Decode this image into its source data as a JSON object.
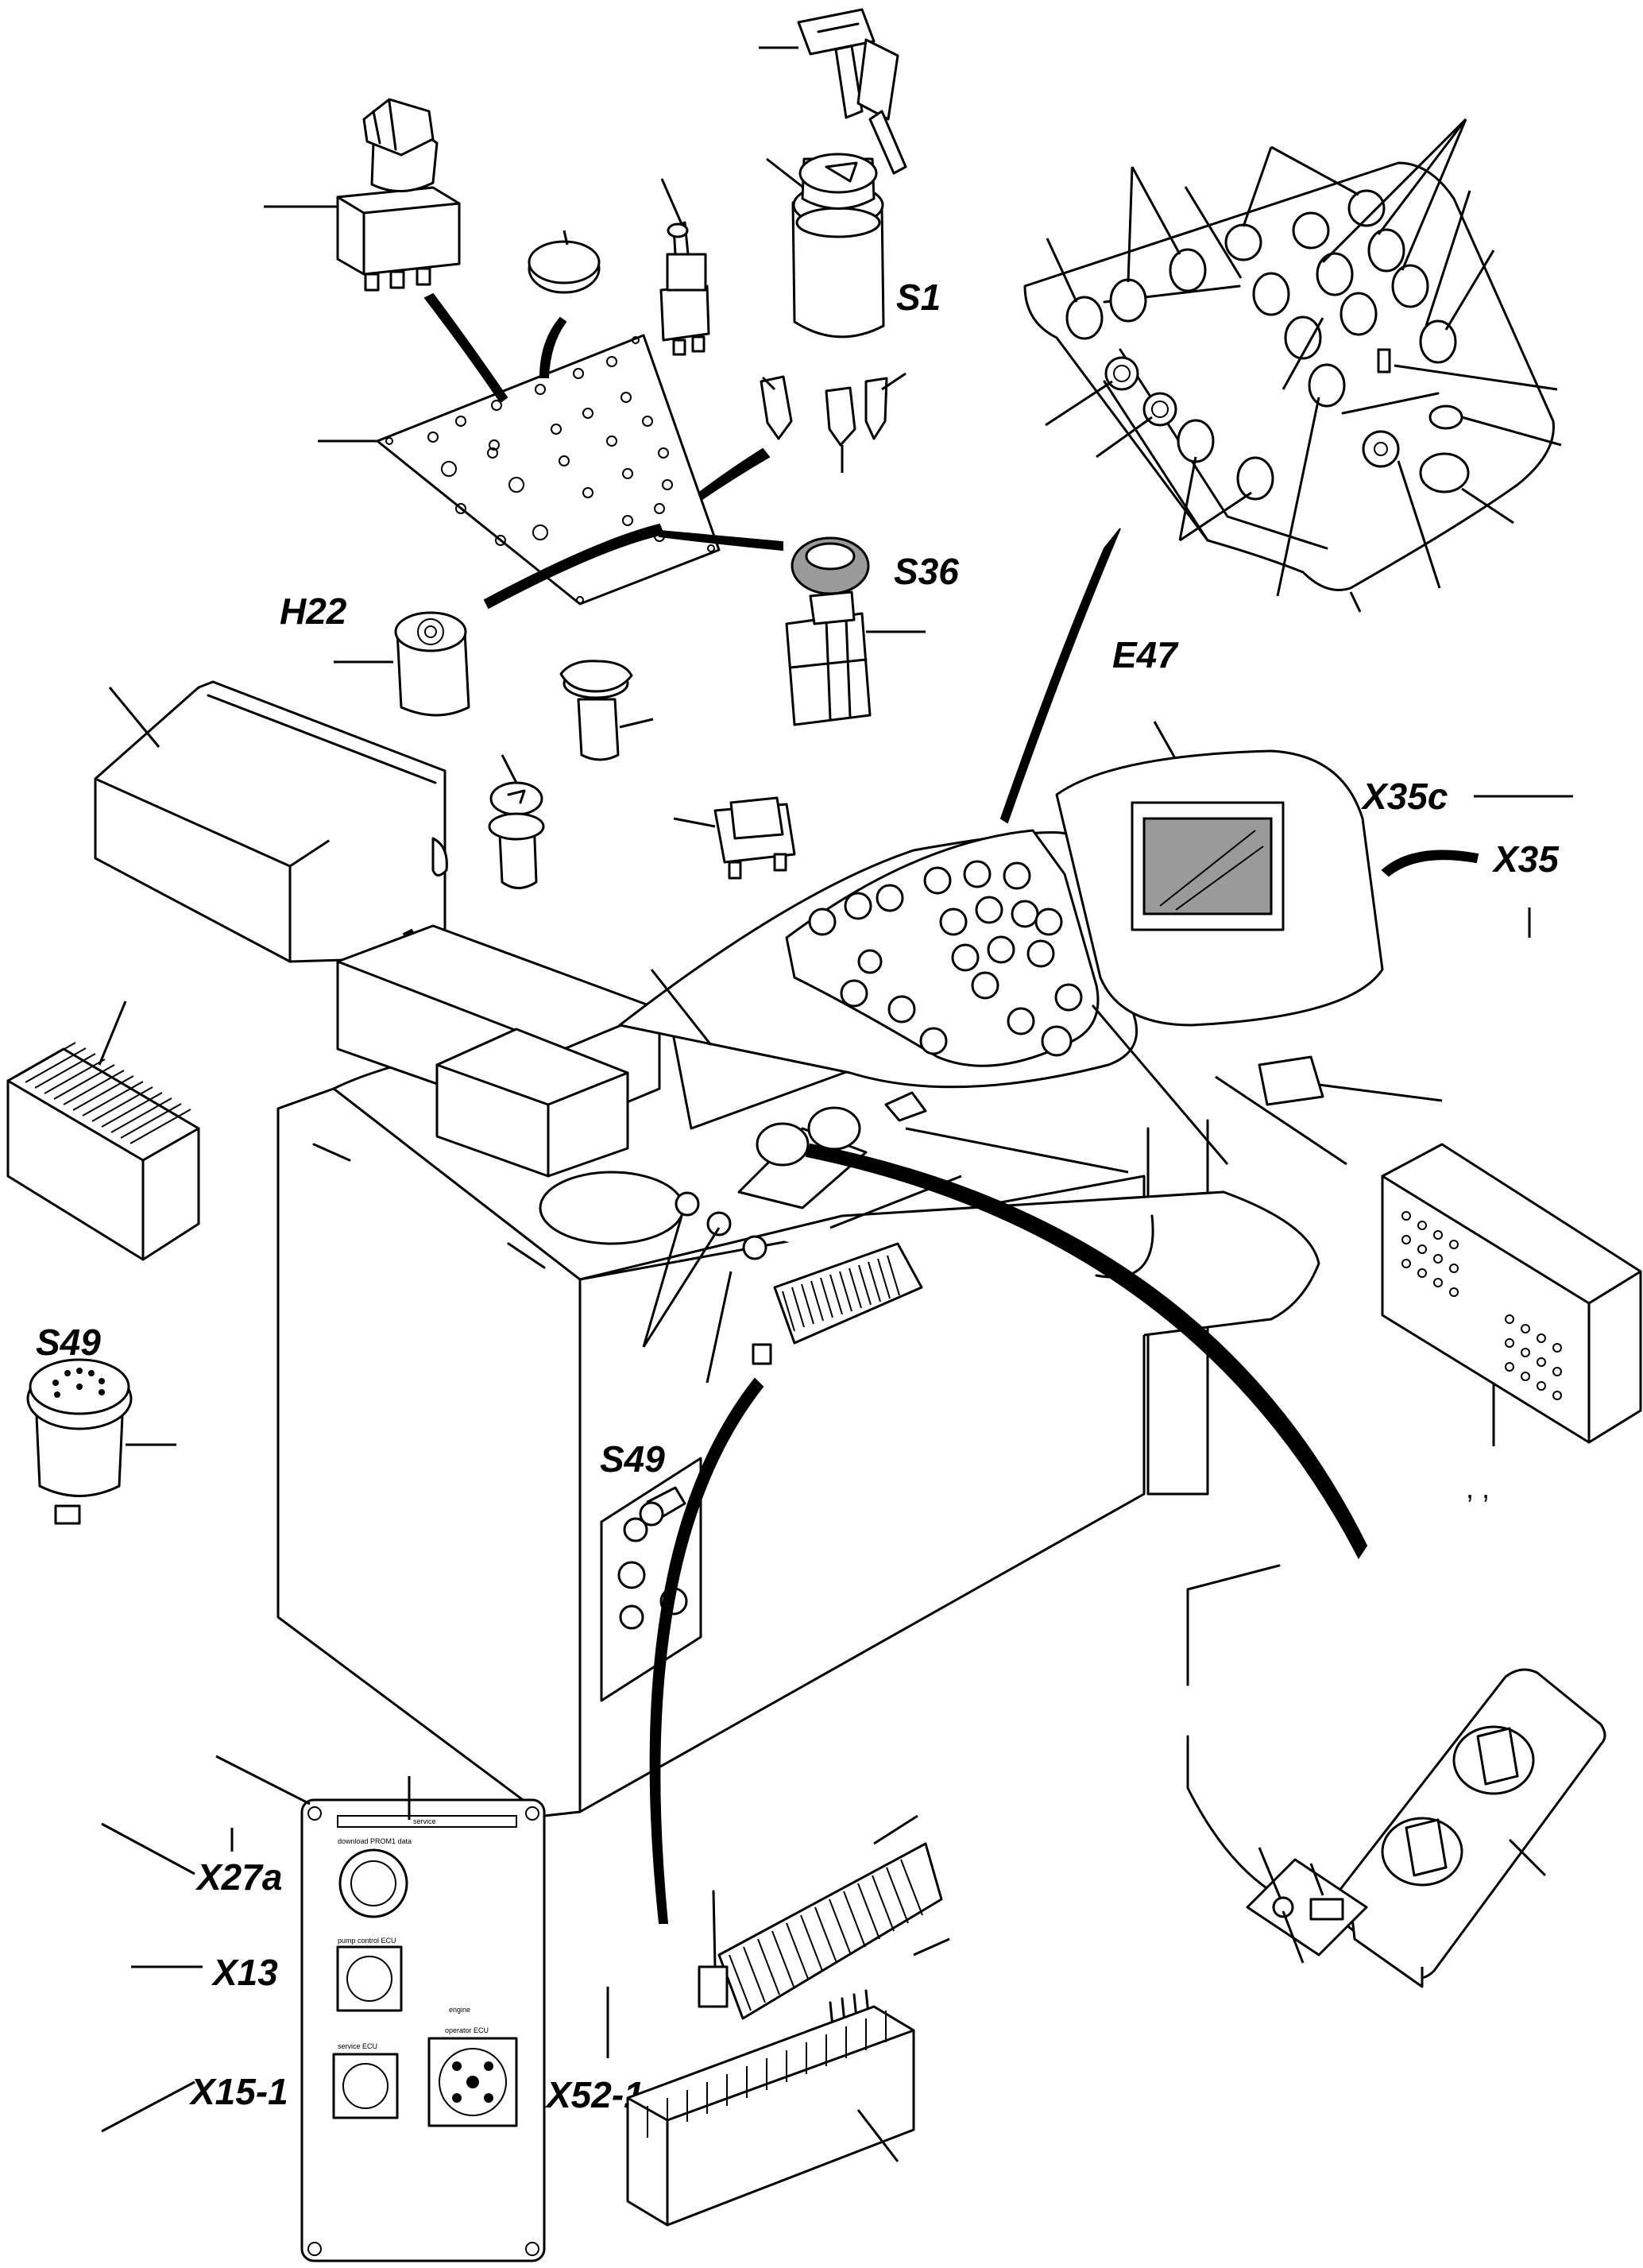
{
  "labels": {
    "s1": "S1",
    "s36": "S36",
    "h22": "H22",
    "e47": "E47",
    "x35c": "X35c",
    "x35": "X35",
    "s49_left": "S49",
    "s49_panel": "S49",
    "x27a": "X27a",
    "x13": "X13",
    "x15_1": "X15-1",
    "x52_1": "X52-1"
  },
  "plate_texts": {
    "top": "service",
    "row1": "download PROM1 data",
    "row2": "pump control ECU",
    "row3": "engine",
    "row4a": "service ECU",
    "row4b": "operator ECU"
  },
  "footnote_commas": ",   ,"
}
